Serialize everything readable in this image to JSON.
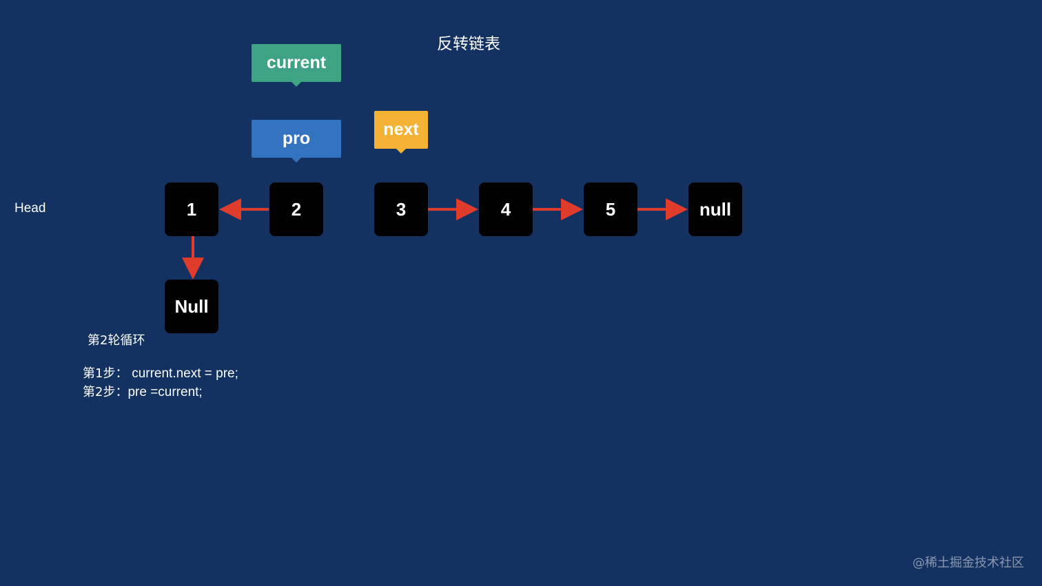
{
  "title": "反转链表",
  "head_label": "Head",
  "nodes": [
    "1",
    "2",
    "3",
    "4",
    "5",
    "null"
  ],
  "null_node": "Null",
  "pointers": {
    "current": "current",
    "pro": "pro",
    "next": "next"
  },
  "loop_label": "第2轮循环",
  "steps": [
    {
      "prefix": "第1步：",
      "code": "current.next = pre;"
    },
    {
      "prefix": "第2步：",
      "code": "pre =current;"
    }
  ],
  "watermark": "@稀土掘金技术社区",
  "colors": {
    "background": "#133261",
    "node": "#000000",
    "arrow": "#e03c2c",
    "current_tag": "#3ea383",
    "pro_tag": "#3374c0",
    "next_tag": "#f3b233"
  }
}
